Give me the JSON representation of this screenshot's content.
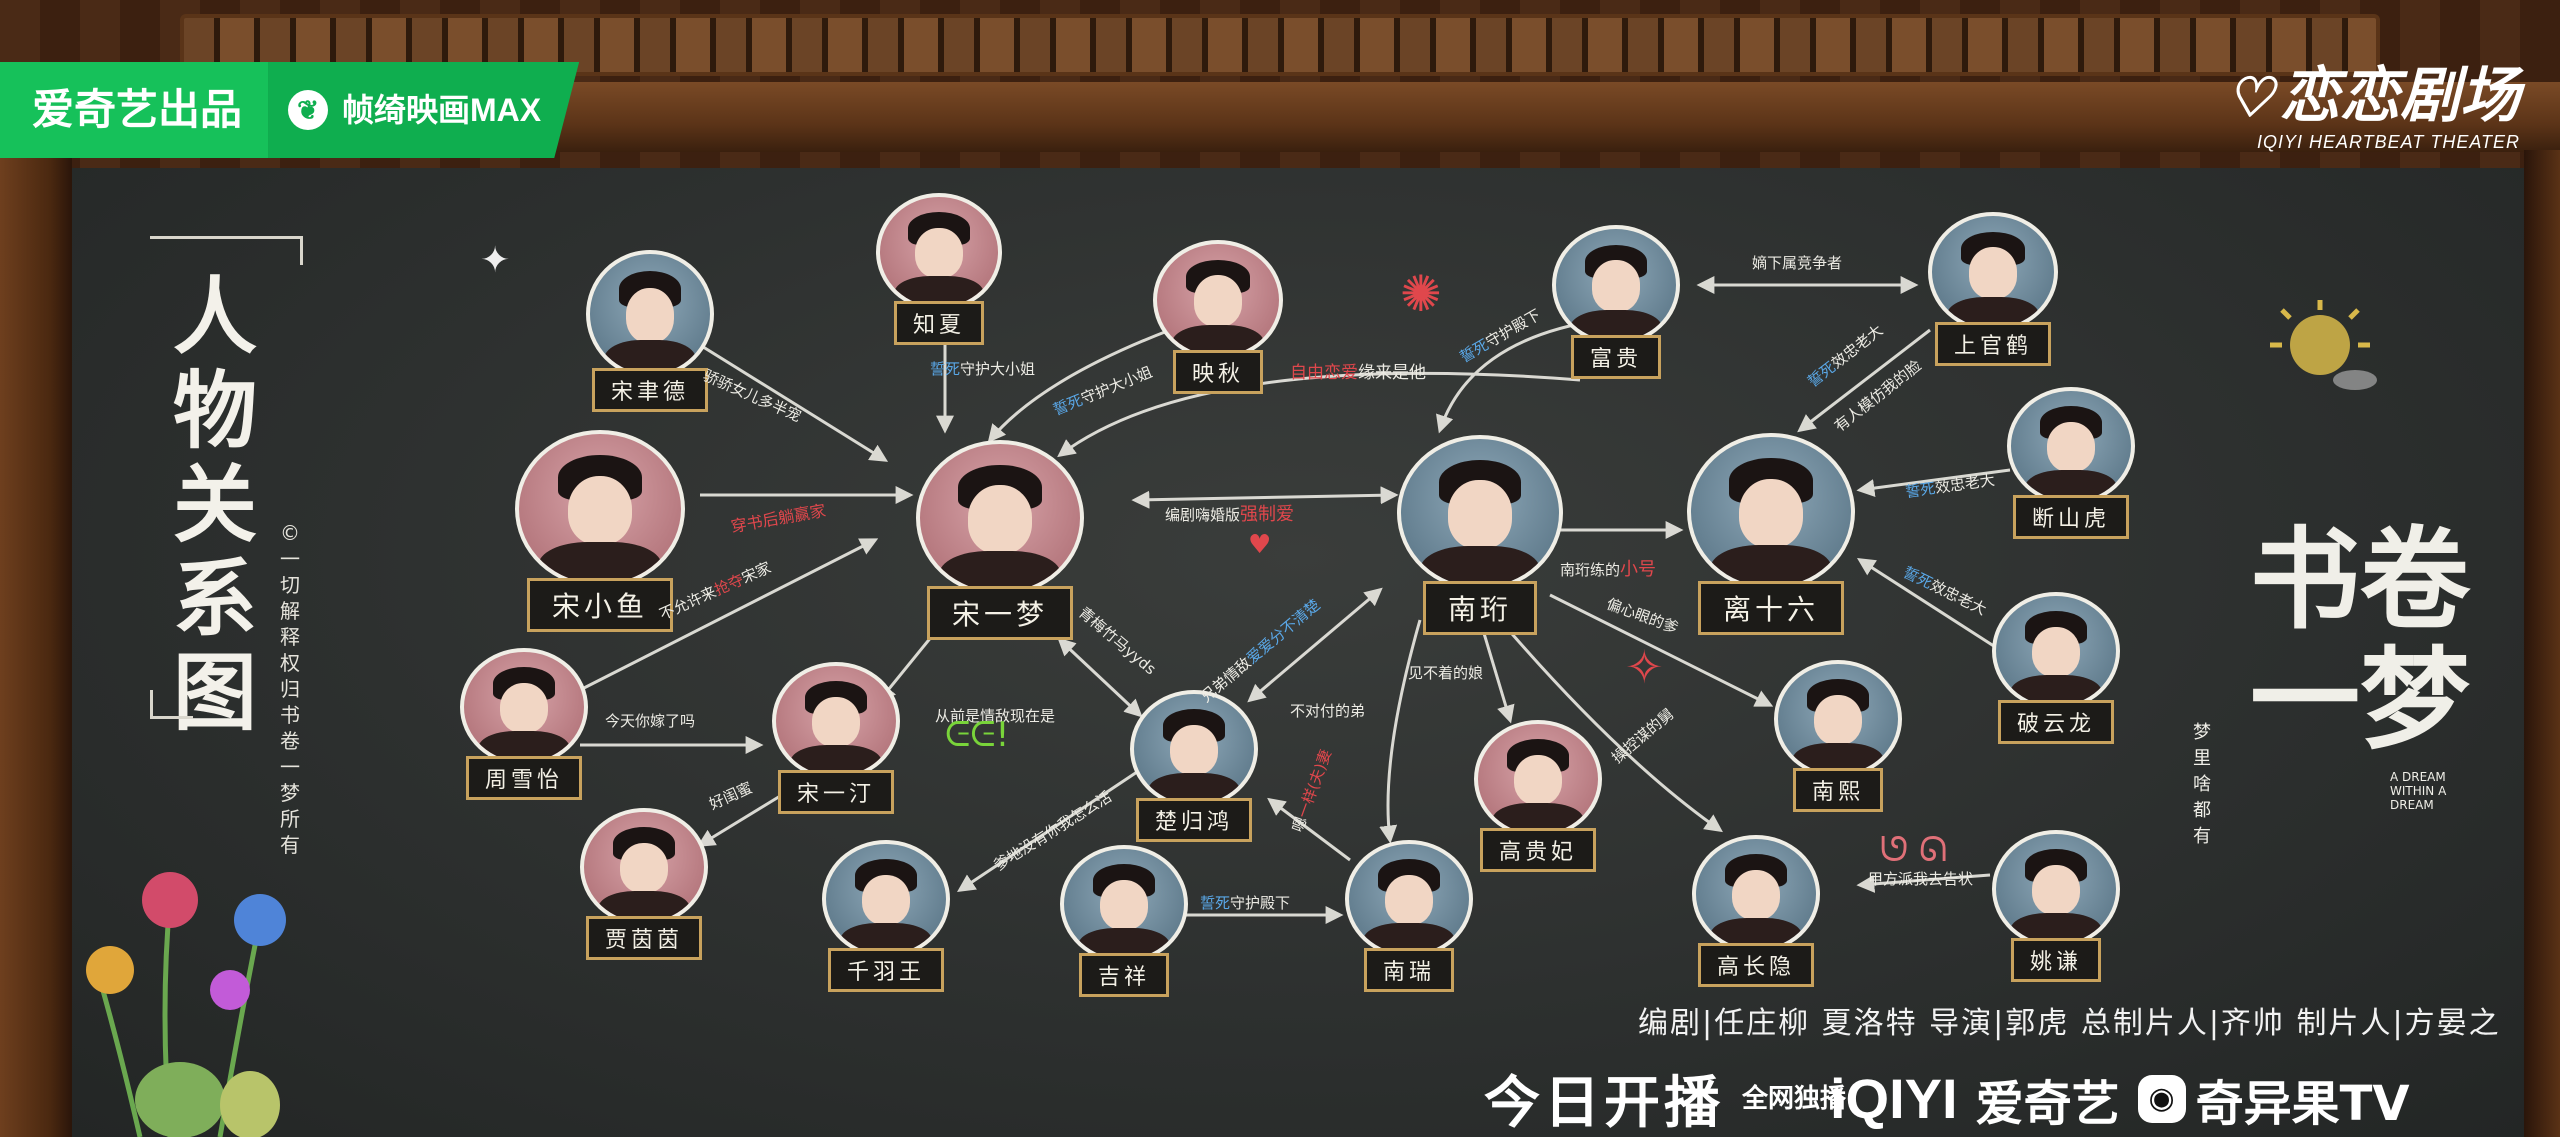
{
  "badges": {
    "producer": "爱奇艺出品",
    "max": "帧绮映画MAX",
    "max_icon": "leaf-logo-icon",
    "theater_cn": "恋恋剧场",
    "theater_en": "IQIYI HEARTBEAT THEATER"
  },
  "title": {
    "main": "人物关系图",
    "note": "©一切解释权归书卷一梦所有"
  },
  "characters": {
    "song_yu_de": "宋聿德",
    "zhi_xia": "知夏",
    "ying_qiu": "映秋",
    "fu_gui": "富贵",
    "shang_guan_he": "上官鹤",
    "song_xiao_yu": "宋小鱼",
    "song_yi_meng": "宋一梦",
    "nan_heng": "南珩",
    "li_shi_liu": "离十六",
    "duan_shan_hu": "断山虎",
    "zhou_xue_yi": "周雪怡",
    "song_yi_ting": "宋一汀",
    "chu_gui_hong": "楚归鸿",
    "gao_gui_fei": "高贵妃",
    "nan_xi": "南熙",
    "po_yun_long": "破云龙",
    "jia_yin_yin": "贾茵茵",
    "qian_yu_wang": "千羽王",
    "ji_xiang": "吉祥",
    "nan_rui": "南瑞",
    "gao_chang_yin": "高长隐",
    "yao_qian": "姚谦"
  },
  "relations": {
    "r1": "骄骄女儿多半宠",
    "r2a": "誓死",
    "r2b": "守护大小姐",
    "r3a": "誓死",
    "r3b": "守护大小姐",
    "r4a": "自由",
    "r4b": "恋爱",
    "r4c": "缘来是他",
    "r5a": "誓死",
    "r5b": "守护殿下",
    "r6": "嫡下属竞争者",
    "r7a": "誓死",
    "r7b": "效忠老大",
    "r8": "有人模仿我的脸",
    "r9a": "穿书",
    "r9b": "后躺赢家",
    "r10": "不允许来",
    "r10b": "抢夺",
    "r10c": "宋家",
    "r11a": "编剧嗨婚版",
    "r11b": "强制爱",
    "r12a": "誓死",
    "r12b": "效忠老大",
    "r13": "南珩练的",
    "r13b": "小号",
    "r14a": "誓死",
    "r14b": "效忠老大",
    "r15": "偏心眼的爹",
    "r16": "今天你嫁了吗",
    "r17": "青梅竹马yyds",
    "r18": "从前是情敌现在是",
    "r19a": "兄弟情敌",
    "r19b": "爱爱分不清楚",
    "r20": "见不着的娘",
    "r21": "不对付的弟",
    "r22": "操控谋的舅",
    "r23": "好闺蜜",
    "r24": "爹地没有你我怎么活",
    "r25a": "嗯",
    "r25b": "一样(夫)妻",
    "r26a": "誓死",
    "r26b": "守护殿下",
    "r27": "甲方派我去告状"
  },
  "show": {
    "logo": "书卷一梦",
    "sub": "梦里啥都有",
    "en": "A DREAM WITHIN A DREAM"
  },
  "credits": "编剧|任庄柳 夏洛特  导演|郭虎  总制片人|齐帅  制片人|方晏之",
  "bottom": {
    "today": "今日开播",
    "exclusive": "全网独播",
    "iqiyi": "iQIYI",
    "iqiyi_cn": "爱奇艺",
    "kiwi": "奇异果TV"
  },
  "colors": {
    "board": "#2d302f",
    "chalk": "#ecebe4",
    "red": "#e0474c",
    "blue": "#5aa8e8",
    "gold": "#c8a25d",
    "green": "#16c15a"
  }
}
